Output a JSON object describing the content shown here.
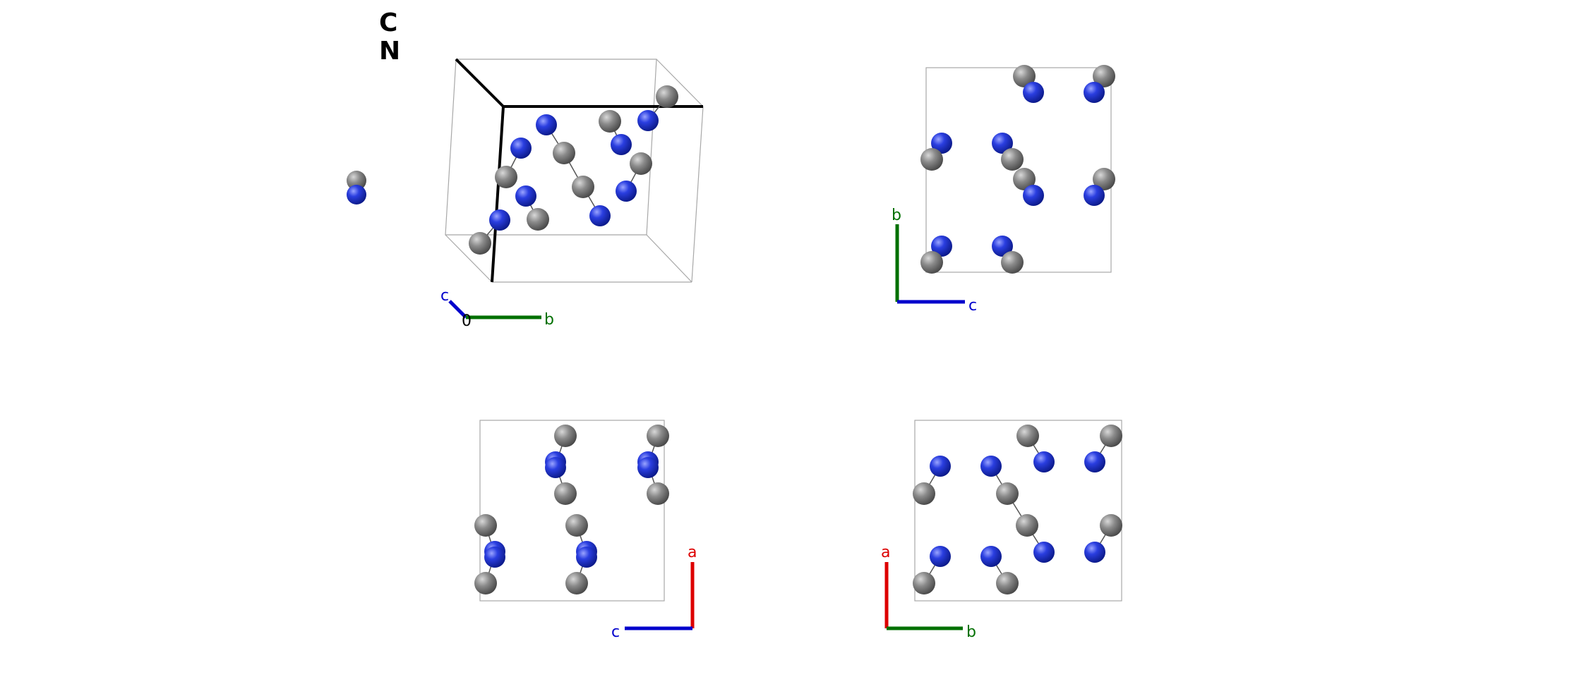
{
  "legend": {
    "items": [
      {
        "symbol": "C"
      },
      {
        "symbol": "N"
      }
    ]
  },
  "colors": {
    "carbon": "#7a7a7a",
    "nitrogen": "#2536d8",
    "cell_edge": "#a0a0a0",
    "axis_a": "#dd0000",
    "axis_b": "#007000",
    "axis_c": "#0000cc",
    "origin": "#000000"
  },
  "axes": {
    "a": "a",
    "b": "b",
    "c": "c",
    "origin": "0"
  },
  "panels": [
    {
      "id": "perspective",
      "view": "3D perspective"
    },
    {
      "id": "view-along-a",
      "axes_shown": [
        "b",
        "c"
      ]
    },
    {
      "id": "view-along-b",
      "axes_shown": [
        "a",
        "c"
      ]
    },
    {
      "id": "view-along-c",
      "axes_shown": [
        "a",
        "b"
      ]
    }
  ]
}
